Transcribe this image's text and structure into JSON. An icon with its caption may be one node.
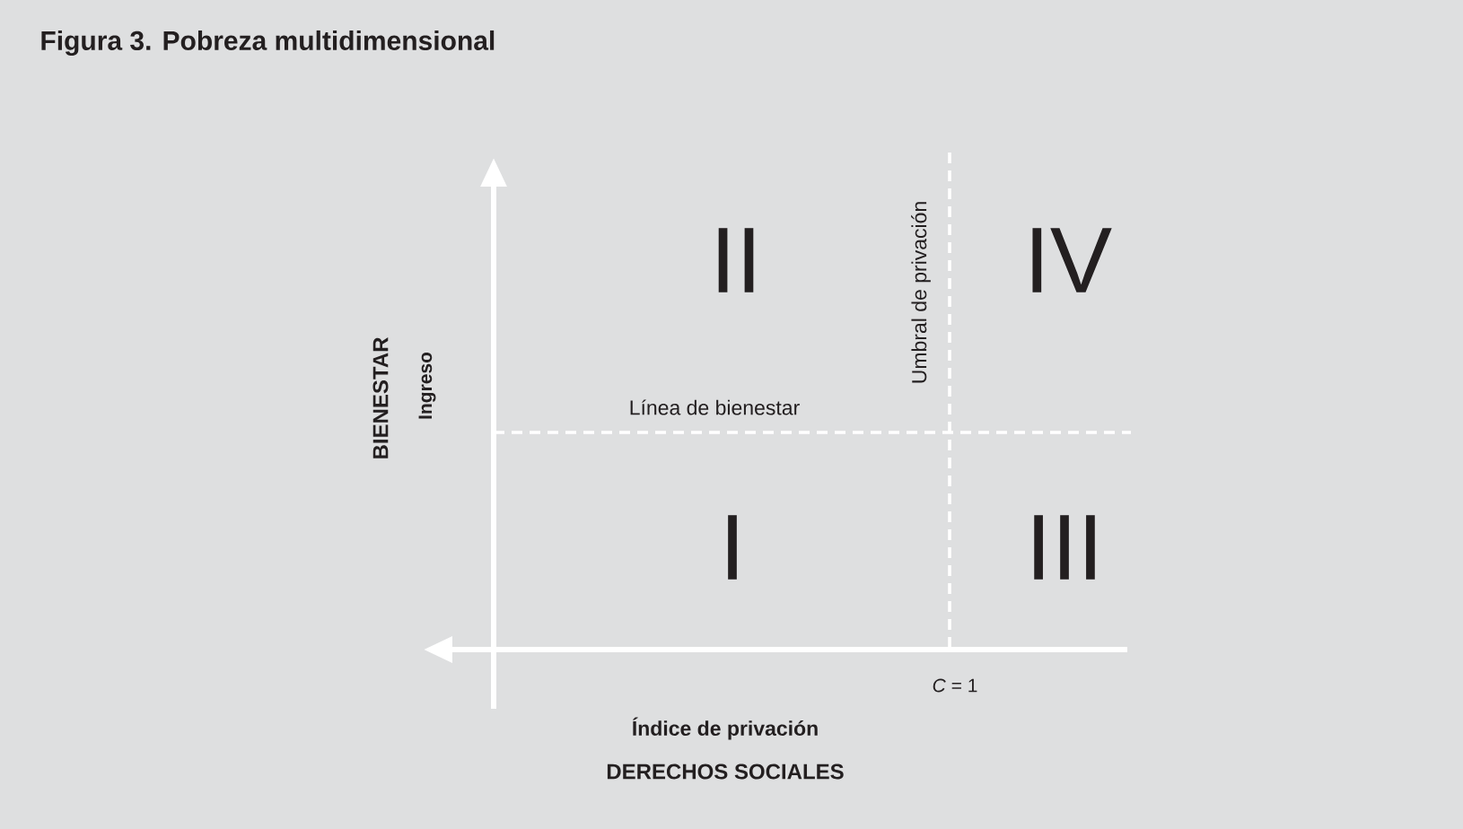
{
  "diagram": {
    "title": "Figura 3. Pobreza multidimensional",
    "labels": [
      "II",
      "IV",
      "Umbral de privación",
      "Línea de bienestar",
      "BIENESTAR",
      "Ingreso",
      "I",
      "III",
      "*C* = 1",
      "Índice de privación",
      "DERECHOS SOCIALES"
    ]
  }
}
